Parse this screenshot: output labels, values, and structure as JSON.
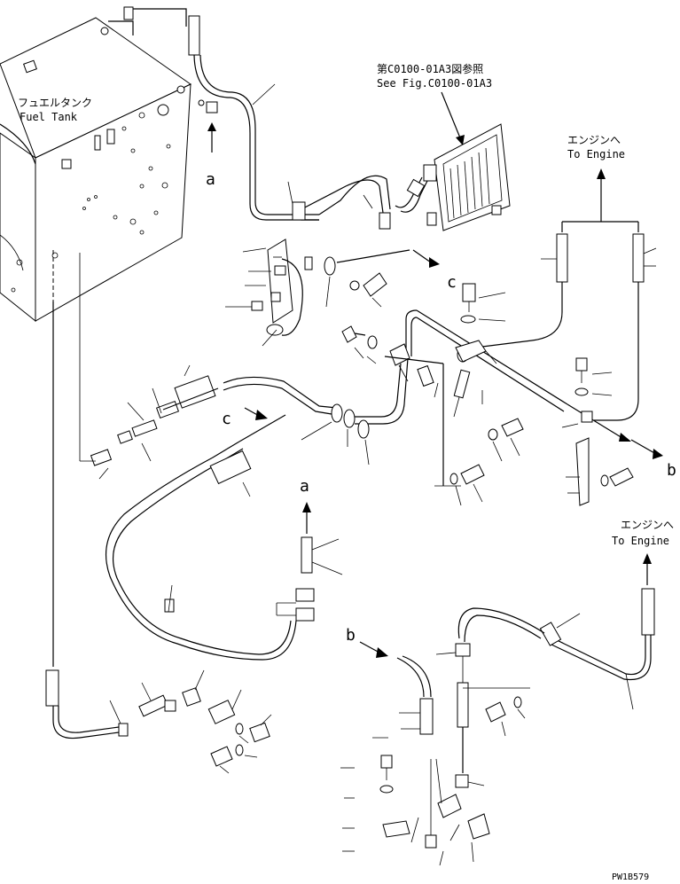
{
  "labels": {
    "fuel_tank_jp": "フュエルタンク",
    "fuel_tank_en": "Fuel Tank",
    "see_fig_jp": "第C0100-01A3図参照",
    "see_fig_en": "See Fig.C0100-01A3",
    "to_engine_top_jp": "エンジンへ",
    "to_engine_top_en": "To Engine",
    "to_engine_bottom_jp": "エンジンへ",
    "to_engine_bottom_en": "To Engine",
    "figure_code": "PW1B579"
  },
  "connection_markers": {
    "a_upper": "a",
    "a_lower": "a",
    "b_right": "b",
    "b_lower": "b",
    "c_right": "c",
    "c_left": "c"
  }
}
